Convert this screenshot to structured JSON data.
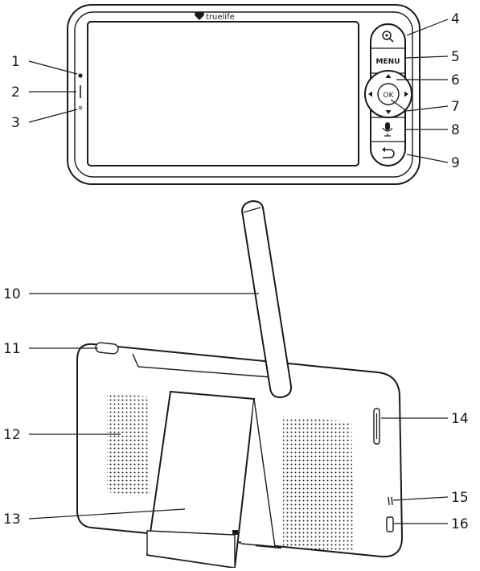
{
  "brand": {
    "name": "truelife",
    "logo": "heart-logo"
  },
  "buttons": {
    "menu_label": "MENU",
    "ok_label": "OK",
    "zoom_icon": "zoom-in-icon",
    "mic_icon": "microphone-icon",
    "back_icon": "back-arrow-icon"
  },
  "callouts": [
    "1",
    "2",
    "3",
    "4",
    "5",
    "6",
    "7",
    "8",
    "9",
    "10",
    "11",
    "12",
    "13",
    "14",
    "15",
    "16"
  ],
  "colors": {
    "outline": "#1a1a1a",
    "background": "#ffffff",
    "led": "#1a1a1a",
    "sensor": "#9a9a9a",
    "speaker_dots": "#2a2a2a"
  }
}
